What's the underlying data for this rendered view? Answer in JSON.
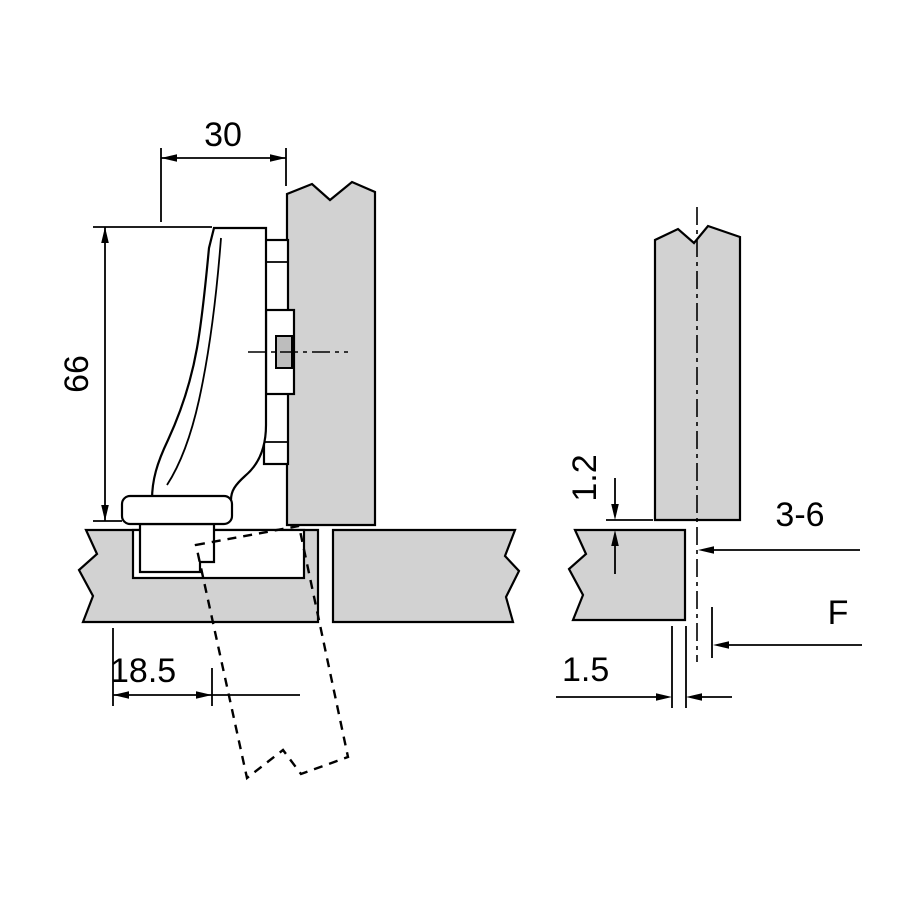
{
  "dimensions": {
    "left_view": {
      "arm_depth": "30",
      "hinge_height": "66",
      "cup_distance": "18.5"
    },
    "right_view": {
      "plate_gap": "1.2",
      "adjustment_range": "3-6",
      "overlay": "F",
      "min_reveal": "1.5"
    }
  },
  "colors": {
    "panel_fill": "#d2d2d2",
    "screw_fill": "#bdbdbd",
    "outline": "#000000",
    "background": "#ffffff"
  }
}
